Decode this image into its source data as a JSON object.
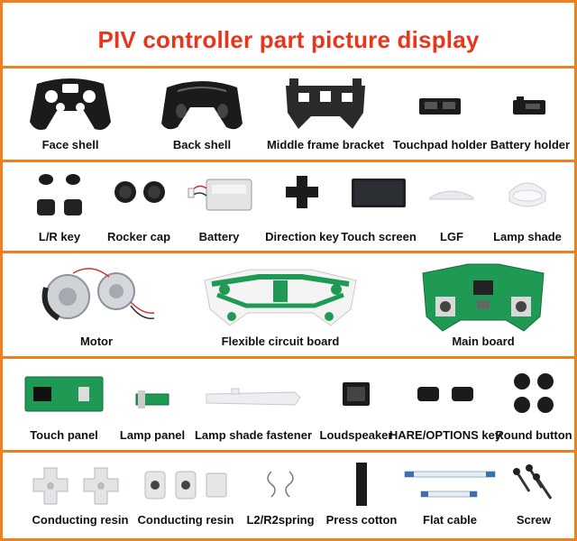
{
  "title": "PIV controller part picture display",
  "colors": {
    "border": "#f07f1e",
    "title": "#e8351c",
    "part_black": "#1b1b1b",
    "pcb_green": "#1f9a55"
  },
  "rows": [
    {
      "items": [
        {
          "label": "Face shell",
          "icon": "face-shell-icon"
        },
        {
          "label": "Back shell",
          "icon": "back-shell-icon"
        },
        {
          "label": "Middle frame bracket",
          "icon": "middle-frame-icon"
        },
        {
          "label": "Touchpad holder",
          "icon": "touchpad-holder-icon"
        },
        {
          "label": "Battery holder",
          "icon": "battery-holder-icon"
        }
      ]
    },
    {
      "items": [
        {
          "label": "L/R key",
          "icon": "lr-key-icon"
        },
        {
          "label": "Rocker cap",
          "icon": "rocker-cap-icon"
        },
        {
          "label": "Battery",
          "icon": "battery-icon"
        },
        {
          "label": "Direction key",
          "icon": "direction-key-icon"
        },
        {
          "label": "Touch screen",
          "icon": "touch-screen-icon"
        },
        {
          "label": "LGF",
          "icon": "lgf-icon"
        },
        {
          "label": "Lamp shade",
          "icon": "lamp-shade-icon"
        }
      ]
    },
    {
      "items": [
        {
          "label": "Motor",
          "icon": "motor-icon"
        },
        {
          "label": "Flexible circuit board",
          "icon": "flexible-circuit-icon"
        },
        {
          "label": "Main board",
          "icon": "main-board-icon"
        }
      ]
    },
    {
      "items": [
        {
          "label": "Touch panel",
          "icon": "touch-panel-icon"
        },
        {
          "label": "Lamp panel",
          "icon": "lamp-panel-icon"
        },
        {
          "label": "Lamp shade fastener",
          "icon": "lamp-fastener-icon"
        },
        {
          "label": "Loudspeaker",
          "icon": "loudspeaker-icon"
        },
        {
          "label": "HARE/OPTIONS key",
          "icon": "options-key-icon"
        },
        {
          "label": "Round button",
          "icon": "round-button-icon"
        }
      ]
    },
    {
      "items": [
        {
          "label": "Conducting resin",
          "icon": "conducting-resin-icon"
        },
        {
          "label": "Conducting resin",
          "icon": "conducting-resin-pads-icon"
        },
        {
          "label": "L2/R2spring",
          "icon": "spring-icon"
        },
        {
          "label": "Press cotton",
          "icon": "press-cotton-icon"
        },
        {
          "label": "Flat cable",
          "icon": "flat-cable-icon"
        },
        {
          "label": "Screw",
          "icon": "screw-icon"
        }
      ]
    }
  ]
}
